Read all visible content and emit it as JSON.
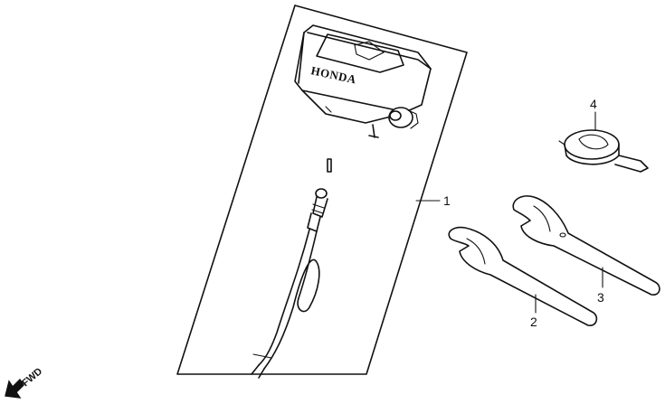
{
  "brand_text": "HONDA",
  "callouts": {
    "part_1": "1",
    "part_2": "2",
    "part_3": "3",
    "part_4": "4"
  },
  "direction_label": "FWD",
  "icons": {
    "direction": "fwd-arrow-icon"
  }
}
